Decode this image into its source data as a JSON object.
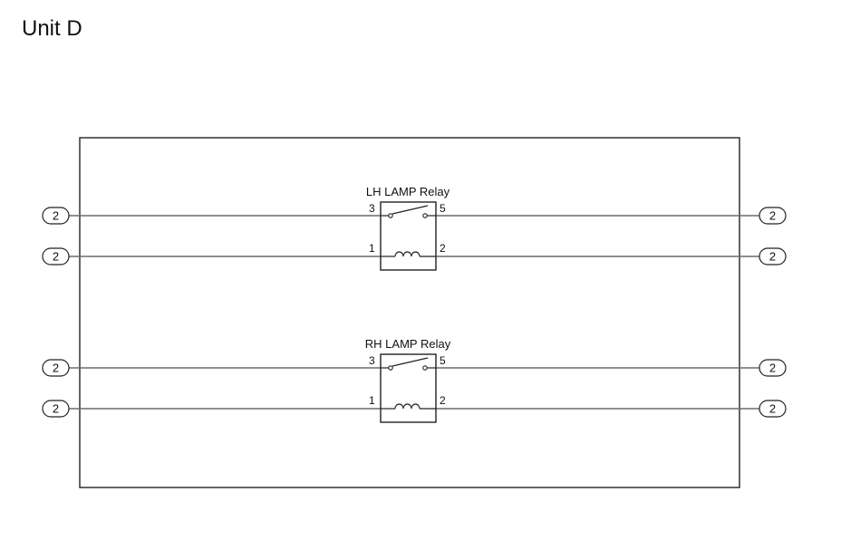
{
  "title": "Unit D",
  "relays": [
    {
      "label": "LH LAMP Relay",
      "pins": {
        "top_left": "3",
        "top_right": "5",
        "bottom_left": "1",
        "bottom_right": "2"
      }
    },
    {
      "label": "RH LAMP Relay",
      "pins": {
        "top_left": "3",
        "top_right": "5",
        "bottom_left": "1",
        "bottom_right": "2"
      }
    }
  ],
  "connectors": {
    "left": [
      "2",
      "2",
      "2",
      "2"
    ],
    "right": [
      "2",
      "2",
      "2",
      "2"
    ]
  }
}
